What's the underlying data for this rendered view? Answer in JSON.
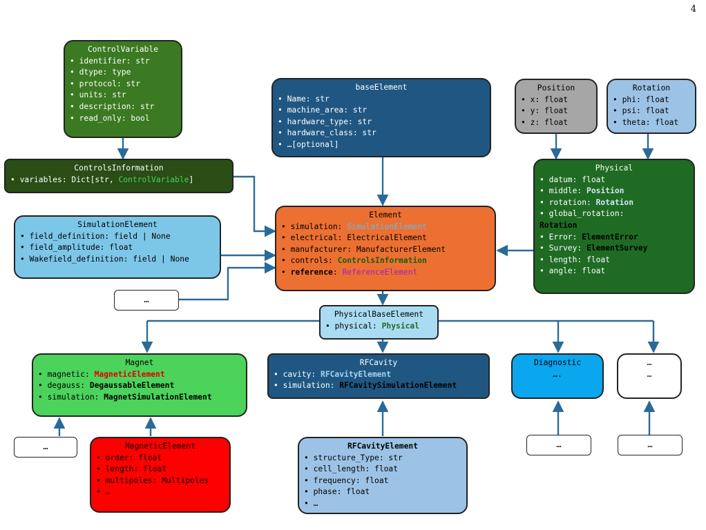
{
  "page_number": "4",
  "colors": {
    "dark_green": "#3b7a22",
    "darker_green": "#2a4d16",
    "navy": "#1f5782",
    "orange": "#ec7032",
    "light_blue": "#7cc6e8",
    "pale_blue": "#9cc3e6",
    "grey": "#a6a6a6",
    "green": "#1f6b23",
    "bright_green": "#4bd35c",
    "red": "#ff0000",
    "cyan": "#0aa6ee",
    "arrow": "#2a6a9a"
  },
  "control_variable": {
    "title": "ControlVariable",
    "fields": [
      "• identifier: str",
      "• dtype: type",
      "• protocol: str",
      "• units: str",
      "• description: str",
      "• read_only: bool"
    ]
  },
  "controls_information": {
    "title": "ControlsInformation",
    "field_prefix": "• variables: Dict[str, ",
    "field_type": "ControlVariable",
    "field_suffix": "]"
  },
  "base_element": {
    "title": "baseElement",
    "fields": [
      "• Name: str",
      "• machine_area: str",
      "• hardware_type: str",
      "• hardware_class: str",
      "• …[optional]"
    ]
  },
  "position": {
    "title": "Position",
    "fields": [
      "• x: float",
      "• y: float",
      "• z: float"
    ]
  },
  "rotation": {
    "title": "Rotation",
    "fields": [
      "• phi: float",
      "• psi: float",
      "• theta: float"
    ]
  },
  "physical": {
    "title": "Physical",
    "datum": "• datum: float",
    "middle_prefix": "• middle: ",
    "middle_type": "Position",
    "rotation_prefix": "• rotation: ",
    "rotation_type": "Rotation",
    "global_rotation_prefix": "• global_rotation:",
    "global_rotation_type": "Rotation",
    "error_prefix": "• Error: ",
    "error_type": "ElementError",
    "survey_prefix": "• Survey: ",
    "survey_type": "ElementSurvey",
    "length": "• length: float",
    "angle": "• angle: float"
  },
  "simulation_element": {
    "title": "SimulationElement",
    "fields": [
      "• field_definition: field | None",
      "• field_amplitude: float",
      "• Wakefield_definition: field | None"
    ]
  },
  "element": {
    "title": "Element",
    "simulation_prefix": "• simulation: ",
    "simulation_type": "SimulationElement",
    "electrical": "• electrical: ElectricalElement",
    "manufacturer": "• manufacturer: ManufacturerElement",
    "controls_prefix": "• controls: ",
    "controls_type": "ControlsInformation",
    "reference_bullet": "• ",
    "reference_name": "reference",
    "reference_colon": ": ",
    "reference_type": "ReferenceElement"
  },
  "physical_base_element": {
    "title": "PhysicalBaseElement",
    "field_prefix": "• physical: ",
    "field_type": "Physical"
  },
  "magnet": {
    "title": "Magnet",
    "magnetic_prefix": "• magnetic: ",
    "magnetic_type": "MagneticElement",
    "degauss_prefix": "• degauss: ",
    "degauss_type": "DegaussableElement",
    "simulation_prefix": "• simulation: ",
    "simulation_type": "MagnetSimulationElement"
  },
  "rf_cavity": {
    "title": "RFCavity",
    "cavity_prefix": "• cavity: ",
    "cavity_type": "RFCavityElement",
    "simulation_prefix": "• simulation: ",
    "simulation_type": "RFCavitySimulationElement"
  },
  "diagnostic": {
    "title": "Diagnostic",
    "body": "…."
  },
  "extra_box": {
    "line1": "…",
    "line2": "…"
  },
  "magnetic_element": {
    "title": "MagneticElement",
    "fields": [
      "• order: float",
      "• length: float",
      "• multipoles: Multipoles",
      "• …"
    ]
  },
  "rf_cavity_element": {
    "title": "RFCavityElement",
    "fields": [
      "• structure_Type: str",
      "• cell_length: float",
      "• frequency: float",
      "• phase: float",
      "• …"
    ]
  },
  "placeholder": "…"
}
